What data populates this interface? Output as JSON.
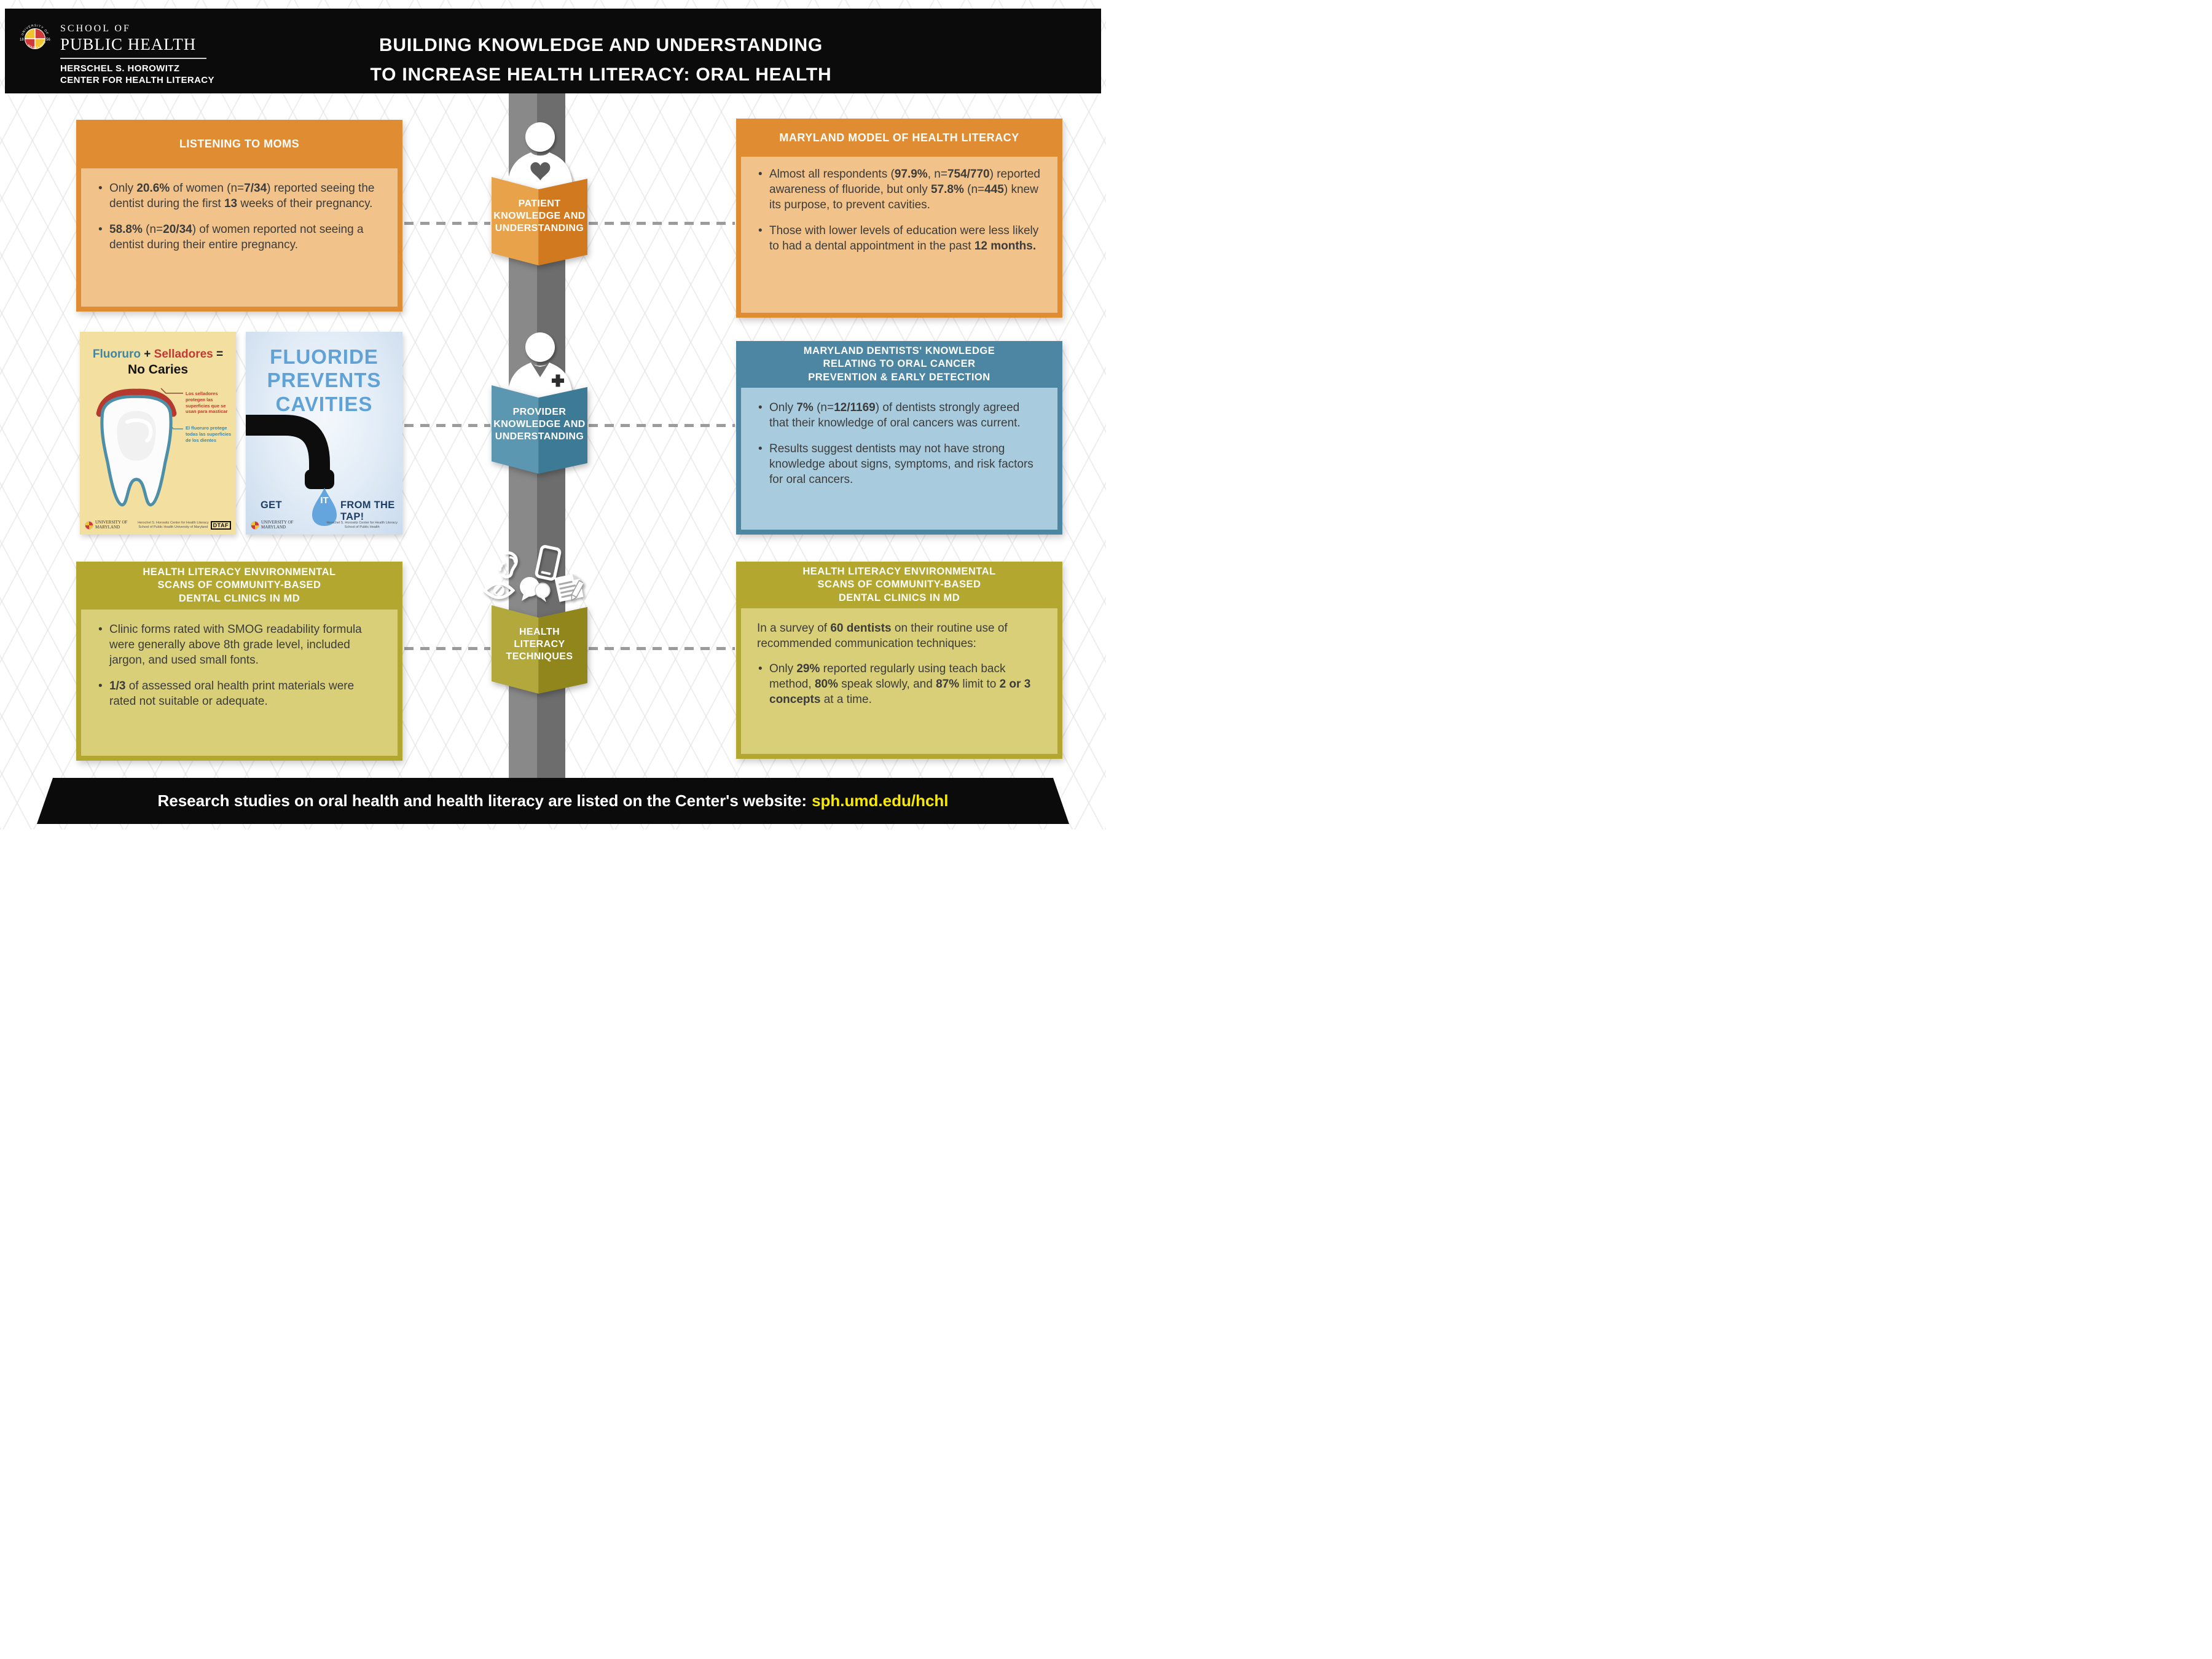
{
  "palette": {
    "orange": "#DF8C33",
    "orange_light": "#F1C289",
    "blue": "#4C86A3",
    "blue_light": "#A8CCDE",
    "olive": "#B3A72F",
    "olive_light": "#D9CF78",
    "pillar_gray": "#898989",
    "link_yellow": "#F7EA00"
  },
  "header": {
    "logo_arc_top": "UNIVERSITY OF",
    "logo_arc_bottom": "MARYLAND",
    "logo_year_left": "18",
    "logo_year_right": "56",
    "school_line1": "SCHOOL OF",
    "school_line2": "PUBLIC HEALTH",
    "center_line1": "HERSCHEL S. HOROWITZ",
    "center_line2": "CENTER FOR HEALTH LITERACY",
    "title_line1": "BUILDING KNOWLEDGE AND UNDERSTANDING",
    "title_line2": "TO INCREASE HEALTH LITERACY: ORAL HEALTH"
  },
  "boxes": {
    "listening": {
      "title": "LISTENING TO MOMS",
      "bullets": [
        [
          {
            "t": "Only "
          },
          {
            "t": "20.6%",
            "b": 1
          },
          {
            "t": " of women (n="
          },
          {
            "t": "7/34",
            "b": 1
          },
          {
            "t": ") reported seeing the dentist during the first "
          },
          {
            "t": "13",
            "b": 1
          },
          {
            "t": " weeks of their pregnancy."
          }
        ],
        [
          {
            "t": "58.8%",
            "b": 1
          },
          {
            "t": " (n="
          },
          {
            "t": "20/34",
            "b": 1
          },
          {
            "t": ") of women reported not seeing a dentist during their entire pregnancy."
          }
        ]
      ]
    },
    "model": {
      "title": "MARYLAND MODEL OF HEALTH LITERACY",
      "bullets": [
        [
          {
            "t": "Almost all respondents ("
          },
          {
            "t": "97.9%",
            "b": 1
          },
          {
            "t": ", n="
          },
          {
            "t": "754/770",
            "b": 1
          },
          {
            "t": ") reported awareness of fluoride, but only "
          },
          {
            "t": "57.8%",
            "b": 1
          },
          {
            "t": " (n="
          },
          {
            "t": "445",
            "b": 1
          },
          {
            "t": ") knew its purpose, to prevent cavities."
          }
        ],
        [
          {
            "t": "Those with lower levels of education were less likely to had a dental appointment in the past "
          },
          {
            "t": "12 months.",
            "b": 1
          }
        ]
      ]
    },
    "dentists": {
      "title_lines": [
        "MARYLAND DENTISTS' KNOWLEDGE",
        "RELATING TO ORAL CANCER",
        "PREVENTION & EARLY DETECTION"
      ],
      "bullets": [
        [
          {
            "t": "Only "
          },
          {
            "t": "7%",
            "b": 1
          },
          {
            "t": " (n="
          },
          {
            "t": "12/1169",
            "b": 1
          },
          {
            "t": ") of dentists strongly agreed that their knowledge of oral cancers was current."
          }
        ],
        [
          {
            "t": "Results suggest dentists may not have strong knowledge about signs, symptoms, and risk factors for oral cancers."
          }
        ]
      ]
    },
    "scans_left": {
      "title_lines": [
        "HEALTH LITERACY ENVIRONMENTAL",
        "SCANS OF  COMMUNITY-BASED",
        "DENTAL CLINICS IN MD"
      ],
      "bullets": [
        [
          {
            "t": "Clinic forms rated with SMOG readability formula were generally above 8th grade level, included jargon, and used small fonts."
          }
        ],
        [
          {
            "t": "1/3",
            "b": 1
          },
          {
            "t": " of assessed oral health print materials were rated not suitable or adequate."
          }
        ]
      ]
    },
    "scans_right": {
      "title_lines": [
        "HEALTH LITERACY ENVIRONMENTAL",
        "SCANS OF COMMUNITY-BASED",
        "DENTAL CLINICS IN MD"
      ],
      "intro": [
        {
          "t": "In a survey of "
        },
        {
          "t": "60 dentists",
          "b": 1
        },
        {
          "t": " on their routine use of recommended communication techniques:"
        }
      ],
      "bullets": [
        [
          {
            "t": "Only "
          },
          {
            "t": "29%",
            "b": 1
          },
          {
            "t": " reported regularly using teach back method, "
          },
          {
            "t": "80%",
            "b": 1
          },
          {
            "t": " speak slowly, and "
          },
          {
            "t": "87%",
            "b": 1
          },
          {
            "t": " limit to "
          },
          {
            "t": "2 or 3 concepts",
            "b": 1
          },
          {
            "t": " at a time."
          }
        ]
      ]
    }
  },
  "badges": {
    "patient": {
      "lines": [
        "PATIENT",
        "KNOWLEDGE AND",
        "UNDERSTANDING"
      ]
    },
    "provider": {
      "lines": [
        "PROVIDER",
        "KNOWLEDGE AND",
        "UNDERSTANDING"
      ]
    },
    "techniques": {
      "lines": [
        "HEALTH",
        "LITERACY",
        "TECHNIQUES"
      ]
    }
  },
  "posters": {
    "spanish": {
      "title_fluoruro": "Fluoruro",
      "title_plus": " + ",
      "title_selladores": "Selladores",
      "title_eq": " =",
      "title_line2": "No Caries",
      "annotation_sealants": "Los selladores protegen las superficies que se usan para masticar",
      "annotation_fluoride": "El fluoruro protege todas las superficies de los dientes",
      "logo_text": "UNIVERSITY OF MARYLAND",
      "credit_line1": "Herschel S. Horowitz Center for Health Literacy",
      "credit_line2": "School of Public Health University of Maryland",
      "badge": "DTAF"
    },
    "fluoride": {
      "line1": "FLUORIDE",
      "line2": "PREVENTS",
      "line3": "CAVITIES",
      "tag_get": "GET",
      "tag_it": "IT",
      "tag_rest": "FROM THE TAP!",
      "logo_text": "UNIVERSITY OF MARYLAND",
      "credit_line1": "Herschel S. Horowitz Center for Health Literacy",
      "credit_line2": "School of Public Health"
    }
  },
  "footer": {
    "text": "Research studies on oral health and health literacy are listed on the Center's website:",
    "link": "sph.umd.edu/hchl"
  }
}
